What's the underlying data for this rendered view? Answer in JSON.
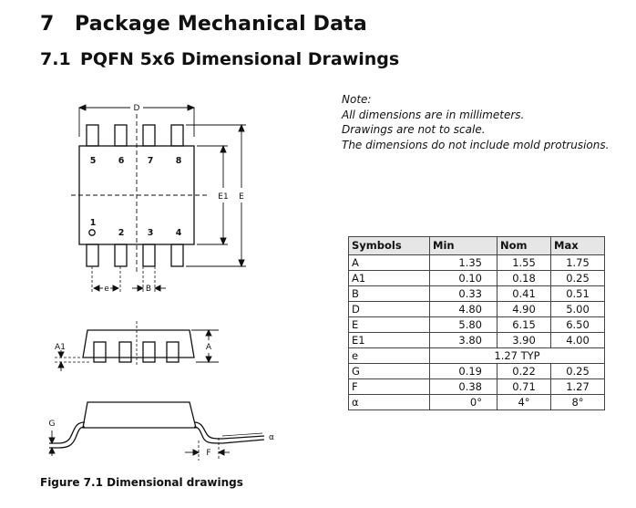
{
  "section": {
    "number": "7",
    "title": "Package Mechanical Data"
  },
  "subsection": {
    "number": "7.1",
    "title": "PQFN 5x6 Dimensional Drawings"
  },
  "note": {
    "heading": "Note:",
    "lines": [
      "All dimensions are in millimeters.",
      "Drawings are not to scale.",
      "The dimensions do not include mold protrusions."
    ]
  },
  "drawing": {
    "pins_top": [
      "5",
      "6",
      "7",
      "8"
    ],
    "pins_bottom": [
      "1",
      "2",
      "3",
      "4"
    ],
    "labels": {
      "D": "D",
      "E1": "E1",
      "E": "E",
      "e": "e",
      "B": "B",
      "A1": "A1",
      "A": "A",
      "G": "G",
      "F": "F",
      "alpha": "α"
    }
  },
  "table": {
    "headers": [
      "Symbols",
      "Min",
      "Nom",
      "Max"
    ],
    "rows": [
      [
        "A",
        "1.35",
        "1.55",
        "1.75"
      ],
      [
        "A1",
        "0.10",
        "0.18",
        "0.25"
      ],
      [
        "B",
        "0.33",
        "0.41",
        "0.51"
      ],
      [
        "D",
        "4.80",
        "4.90",
        "5.00"
      ],
      [
        "E",
        "5.80",
        "6.15",
        "6.50"
      ],
      [
        "E1",
        "3.80",
        "3.90",
        "4.00"
      ],
      [
        "e",
        "",
        "1.27 TYP",
        ""
      ],
      [
        "G",
        "0.19",
        "0.22",
        "0.25"
      ],
      [
        "F",
        "0.38",
        "0.71",
        "1.27"
      ],
      [
        "α",
        "0°",
        "4°",
        "8°"
      ]
    ]
  },
  "caption": "Figure 7.1 Dimensional drawings"
}
